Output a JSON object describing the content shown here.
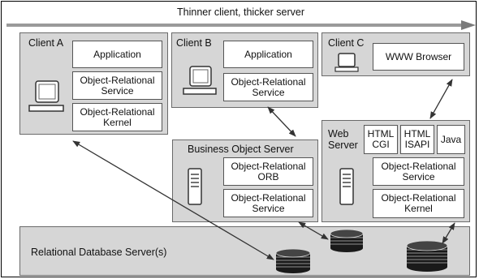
{
  "banner": "Thinner client, thicker server",
  "client_a": {
    "title": "Client A",
    "boxes": [
      "Application",
      "Object-Relational\nService",
      "Object-Relational\nKernel"
    ]
  },
  "client_b": {
    "title": "Client B",
    "boxes": [
      "Application",
      "Object-Relational\nService"
    ]
  },
  "client_c": {
    "title": "Client C",
    "boxes": [
      "WWW Browser"
    ]
  },
  "business_server": {
    "title": "Business Object Server",
    "boxes": [
      "Object-Relational\nORB",
      "Object-Relational\nService"
    ]
  },
  "web_server": {
    "title": "Web\nServer",
    "boxes": [
      "HTML\nCGI",
      "HTML\nISAPI",
      "Java",
      "Object-Relational\nService",
      "Object-Relational\nKernel"
    ]
  },
  "database": {
    "title": "Relational Database Server(s)"
  }
}
